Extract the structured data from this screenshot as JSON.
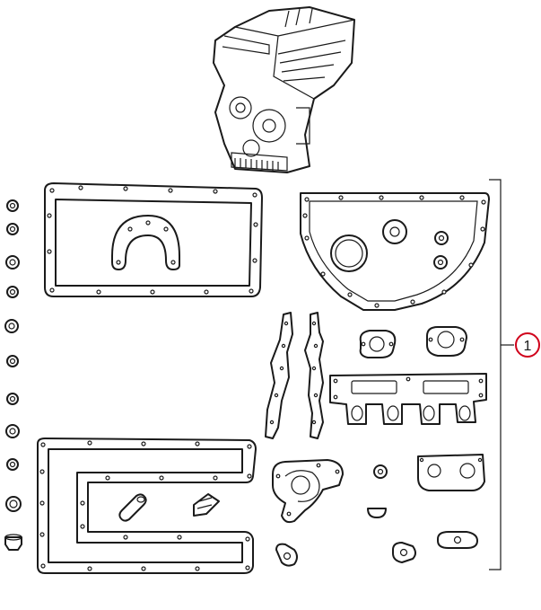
{
  "callout": {
    "number": "1",
    "circle_color": "#d0021b"
  },
  "colors": {
    "ink": "#1a1a1a",
    "background": "#ffffff"
  },
  "icons": [
    "engine-illustration",
    "gasket-set-parts"
  ]
}
